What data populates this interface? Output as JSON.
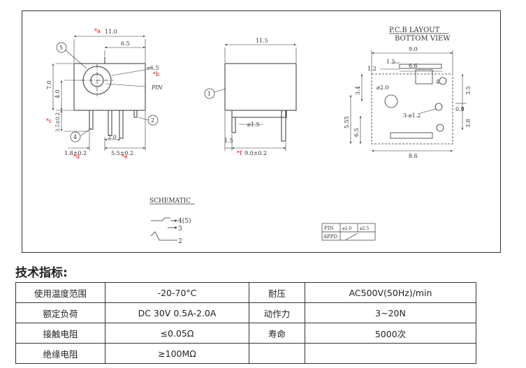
{
  "drawing": {
    "front_view": {
      "dim_overall_width": "11.0",
      "dim_top_width": "6.5",
      "dim_hole": "⌀6.5",
      "dim_height_total": "7.0",
      "dim_height_mid": "4.0",
      "dim_height_low": "3.5±0.2",
      "dim_pin_width": "2.0",
      "dim_pin_spacing_left": "1.8±0.2",
      "dim_pin_spacing_right": "5.5±0.2",
      "label_pin": "PIN",
      "callout_5": "5",
      "callout_4": "4",
      "callout_2": "2",
      "mark_a": "*a",
      "mark_b": "*b",
      "mark_c": "*c",
      "mark_d": "*d",
      "mark_e": "*e"
    },
    "side_view": {
      "dim_width": "11.5",
      "dim_pin_dia": "⌀1.5",
      "dim_pin_offset": "1.5",
      "dim_pin_spacing": "9.0±0.2",
      "mark_f": "*f",
      "callout_1": "1"
    },
    "pcb_layout": {
      "title_line1": "P.C.B LAYOUT",
      "title_line2": "BOTTOM VIEW",
      "dim_9_0": "9.0",
      "dim_1_5": "1.5",
      "dim_1_2": "1.2",
      "dim_6_6": "6.6",
      "dim_3_4": "3.4",
      "dim_2_0_hole": "⌀2.0",
      "dim_5_55": "5.55",
      "dim_6_5": "6.5",
      "dim_3x_hole": "3-⌀1.2",
      "dim_3_5": "3.5",
      "dim_0_9": "0.9",
      "dim_3_8": "3.8",
      "dim_8_6": "8.6",
      "pad_label_4": "4"
    },
    "schematic": {
      "title": "SCHEMATIC",
      "label_4_5": "4(5)",
      "label_3": "3",
      "label_2": "2"
    },
    "pin_table": {
      "header_pin": "PIN",
      "header_appd": "APPD",
      "val_1": "⌀2.0",
      "val_2": "⌀2.5"
    }
  },
  "specs": {
    "section_title": "技术指标:",
    "rows": [
      {
        "label1": "使用温度范围",
        "value1": "-20-70°C",
        "label2": "耐压",
        "value2": "AC500V(50Hz)/min"
      },
      {
        "label1": "额定负荷",
        "value1": "DC 30V 0.5A-2.0A",
        "label2": "动作力",
        "value2": "3~20N"
      },
      {
        "label1": "接触电阻",
        "value1": "≤0.05Ω",
        "label2": "寿命",
        "value2": "5000次"
      },
      {
        "label1": "绝缘电阻",
        "value1": "≥100MΩ",
        "label2": "",
        "value2": ""
      }
    ]
  }
}
